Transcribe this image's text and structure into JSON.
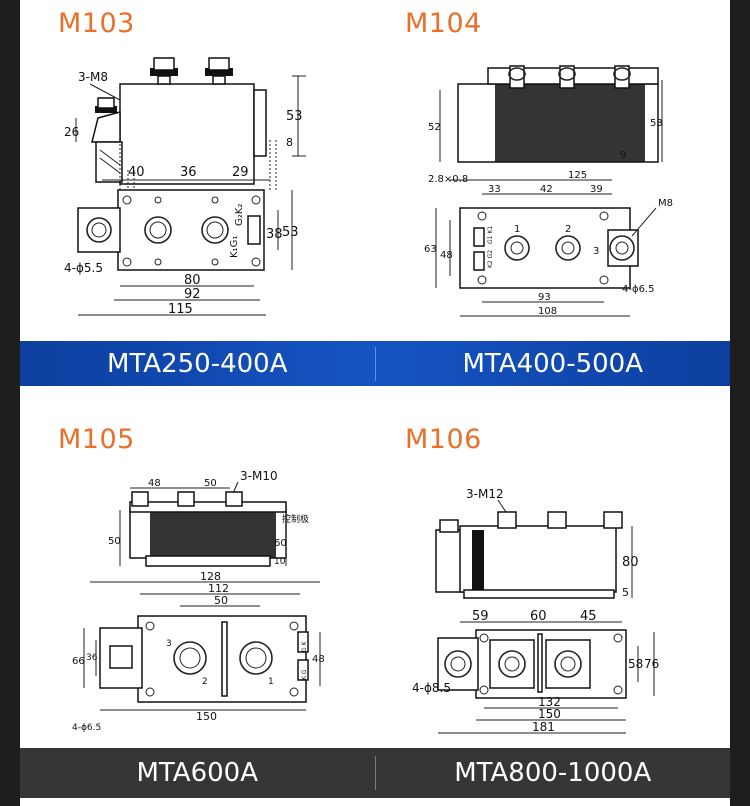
{
  "panels": [
    {
      "code": "M103",
      "model": "MTA250-400A",
      "side_dims": {
        "thread": "3-M8",
        "h_left": "26",
        "h_total": "53",
        "h_base": "8"
      },
      "top_dims": {
        "d1": "40",
        "d2": "36",
        "d3": "29",
        "w1": "80",
        "w2": "92",
        "w3": "115",
        "h1": "38",
        "h2": "53",
        "hole": "4-ϕ5.5",
        "gate": "G₂K₂",
        "gate2": "K₁G₁"
      }
    },
    {
      "code": "M104",
      "model": "MTA400-500A",
      "side_dims": {
        "h_left": "52",
        "h_total": "53",
        "h_base": "9"
      },
      "top_dims": {
        "pin": "2.8×0.8",
        "top": "125",
        "d1": "33",
        "d2": "42",
        "d3": "39",
        "thread": "M8",
        "h1": "63",
        "h2": "48",
        "w1": "93",
        "w2": "108",
        "hole": "4-ϕ6.5",
        "t1": "1",
        "t2": "2",
        "t3": "3",
        "g1": "G1 K1",
        "g2": "K2 G2"
      }
    },
    {
      "code": "M105",
      "model": "MTA600A",
      "side_dims": {
        "d1": "48",
        "d2": "50",
        "thread": "3-M10",
        "ctrl": "控制极",
        "h_left": "50",
        "h_total": "60",
        "h_base": "10"
      },
      "top_dims": {
        "w1": "128",
        "w2": "112",
        "w3": "50",
        "h1": "66",
        "h2": "36",
        "h3": "48",
        "w4": "150",
        "hole": "4-ϕ6.5",
        "t1": "1",
        "t2": "2",
        "t3": "3",
        "g1": "G K",
        "g2": "K G"
      }
    },
    {
      "code": "M106",
      "model": "MTA800-1000A",
      "side_dims": {
        "thread": "3-M12",
        "h_total": "80",
        "h_base": "5"
      },
      "top_dims": {
        "d1": "59",
        "d2": "60",
        "d3": "45",
        "h1": "58",
        "h2": "76",
        "w1": "132",
        "w2": "150",
        "w3": "181",
        "hole": "4-ϕ8.5"
      }
    }
  ]
}
